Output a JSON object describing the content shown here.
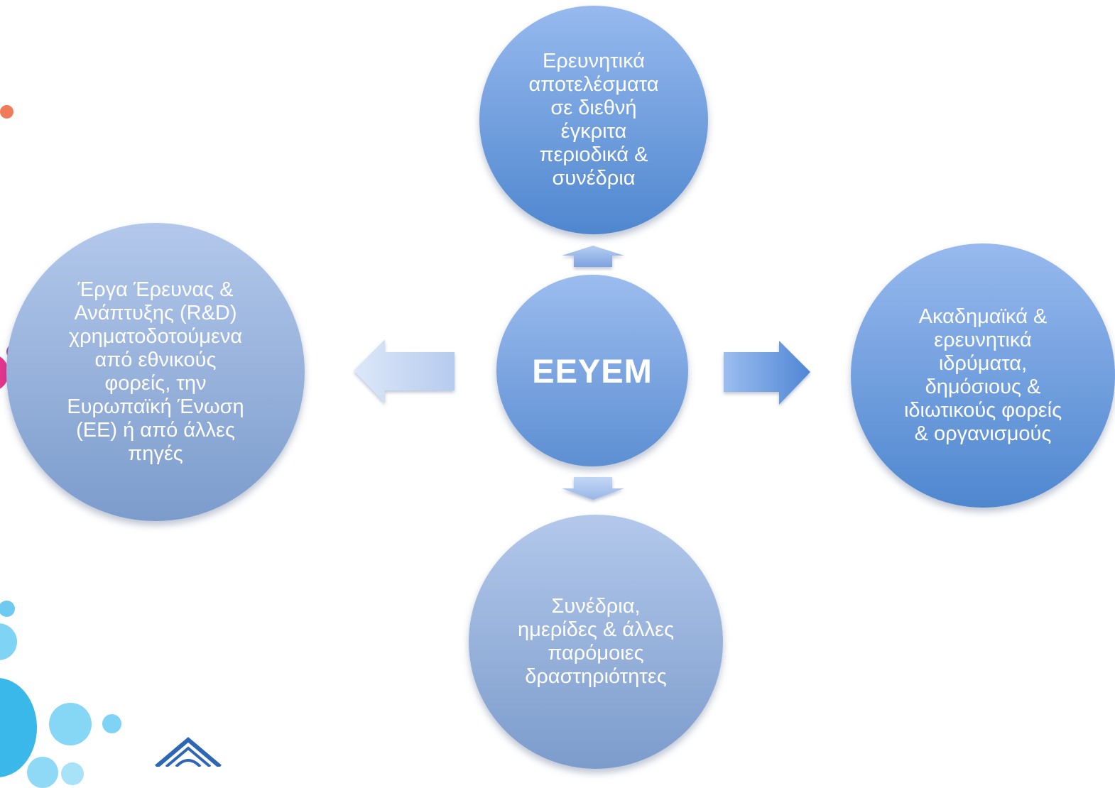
{
  "colors": {
    "bubble_light_top": "#b3c8eb",
    "bubble_light_bottom": "#7c9ccc",
    "bubble_blue_top": "#97b9ee",
    "bubble_blue_bottom": "#4f87cf",
    "deco_orange": "#f07a5a",
    "deco_magenta": "#e6348c",
    "deco_purple": "#a05aa6",
    "deco_cyan_dark": "#3ab8ea",
    "deco_cyan_light": "#7fd3f4",
    "logo_blue": "#2e66b6"
  },
  "diagram": {
    "center": {
      "label": "ΕΕΥΕΜ"
    },
    "top": {
      "text": "Ερευνητικά\nαποτελέσματα\nσε διεθνή\nέγκριτα\nπεριοδικά &\nσυνέδρια"
    },
    "left": {
      "text": "Έργα Έρευνας &\nΑνάπτυξης (R&D)\nχρηματοδοτούμενα\nαπό εθνικούς\nφορείς, την\nΕυρωπαϊκή Ένωση\n(ΕΕ) ή από άλλες\nπηγές"
    },
    "right": {
      "text": "Ακαδημαϊκά &\nερευνητικά\nιδρύματα,\nδημόσιους  &\nιδιωτικούς φορείς\n& οργανισμούς"
    },
    "bottom": {
      "text": "Συνέδρια,\nημερίδες & άλλες\nπαρόμοιες\nδραστηριότητες"
    },
    "arrows": [
      {
        "name": "arrow-up",
        "direction": "up",
        "color": "#8fb0e4"
      },
      {
        "name": "arrow-down",
        "direction": "down",
        "color": "#aec6ee"
      },
      {
        "name": "arrow-left",
        "direction": "left",
        "color": "#c9d9f3"
      },
      {
        "name": "arrow-right",
        "direction": "right",
        "color": "#6f9be0"
      }
    ]
  }
}
